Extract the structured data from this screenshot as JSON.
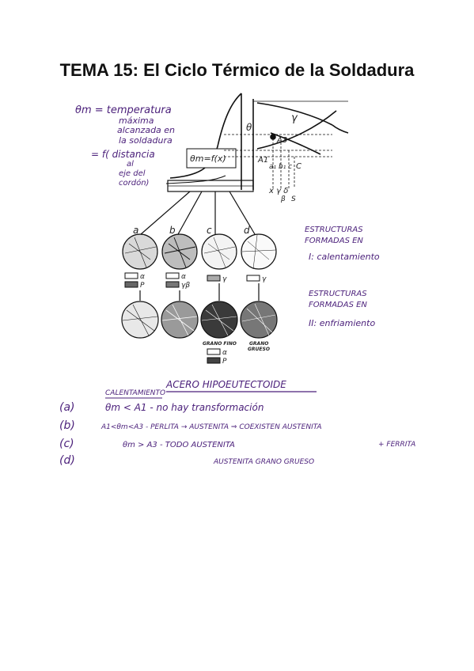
{
  "title": "TEMA 15: El Ciclo Térmico de la Soldadura",
  "notes": {
    "theta_def_1": "θm = temperatura",
    "theta_def_2": "máxima",
    "theta_def_3": "alcanzada en",
    "theta_def_4": "la soldadura",
    "func_1": "= f( distancia",
    "func_2": "al",
    "func_3": "eje del",
    "func_4": "cordón)",
    "formula": "θm=f(x)"
  },
  "diagram": {
    "theta_label": "θ",
    "gamma_label": "γ",
    "a3_label": "A3",
    "a1_label": "A1",
    "c_label": "C",
    "x_axis": "x γ δ",
    "x_axis_beta": "β",
    "x_axis_s": "S",
    "small_labels": "a₁ b₁ c"
  },
  "structures": {
    "letters": [
      "a",
      "b",
      "c",
      "d"
    ],
    "heating_title_1": "ESTRUCTURAS",
    "heating_title_2": "FORMADAS EN",
    "heating_label": "I: calentamiento",
    "cooling_title_1": "ESTRUCTURAS",
    "cooling_title_2": "FORMADAS EN",
    "cooling_label": "II: enfriamiento",
    "heat_legend": [
      "α",
      "α",
      "γ",
      "γ"
    ],
    "heat_legend_2": [
      "P",
      "γβ"
    ],
    "fine": "GRANO FINO",
    "coarse_1": "GRANO",
    "coarse_2": "GRUESO",
    "cool_legend": [
      "α",
      "P"
    ]
  },
  "heading": {
    "main": "ACERO HIPOEUTECTOIDE",
    "sub": "CALENTAMIENTO"
  },
  "cases": [
    {
      "key": "(a)",
      "text": "θm < A1 - no hay transformación"
    },
    {
      "key": "(b)",
      "text": "A1<θm<A3 - PERLITA → AUSTENITA ⇒ COEXISTEN AUSTENITA"
    },
    {
      "key": "",
      "text": "+ FERRITA"
    },
    {
      "key": "(c)",
      "text": "θm > A3 - TODO AUSTENITA"
    },
    {
      "key": "(d)",
      "text": "AUSTENITA GRANO GRUESO"
    }
  ]
}
